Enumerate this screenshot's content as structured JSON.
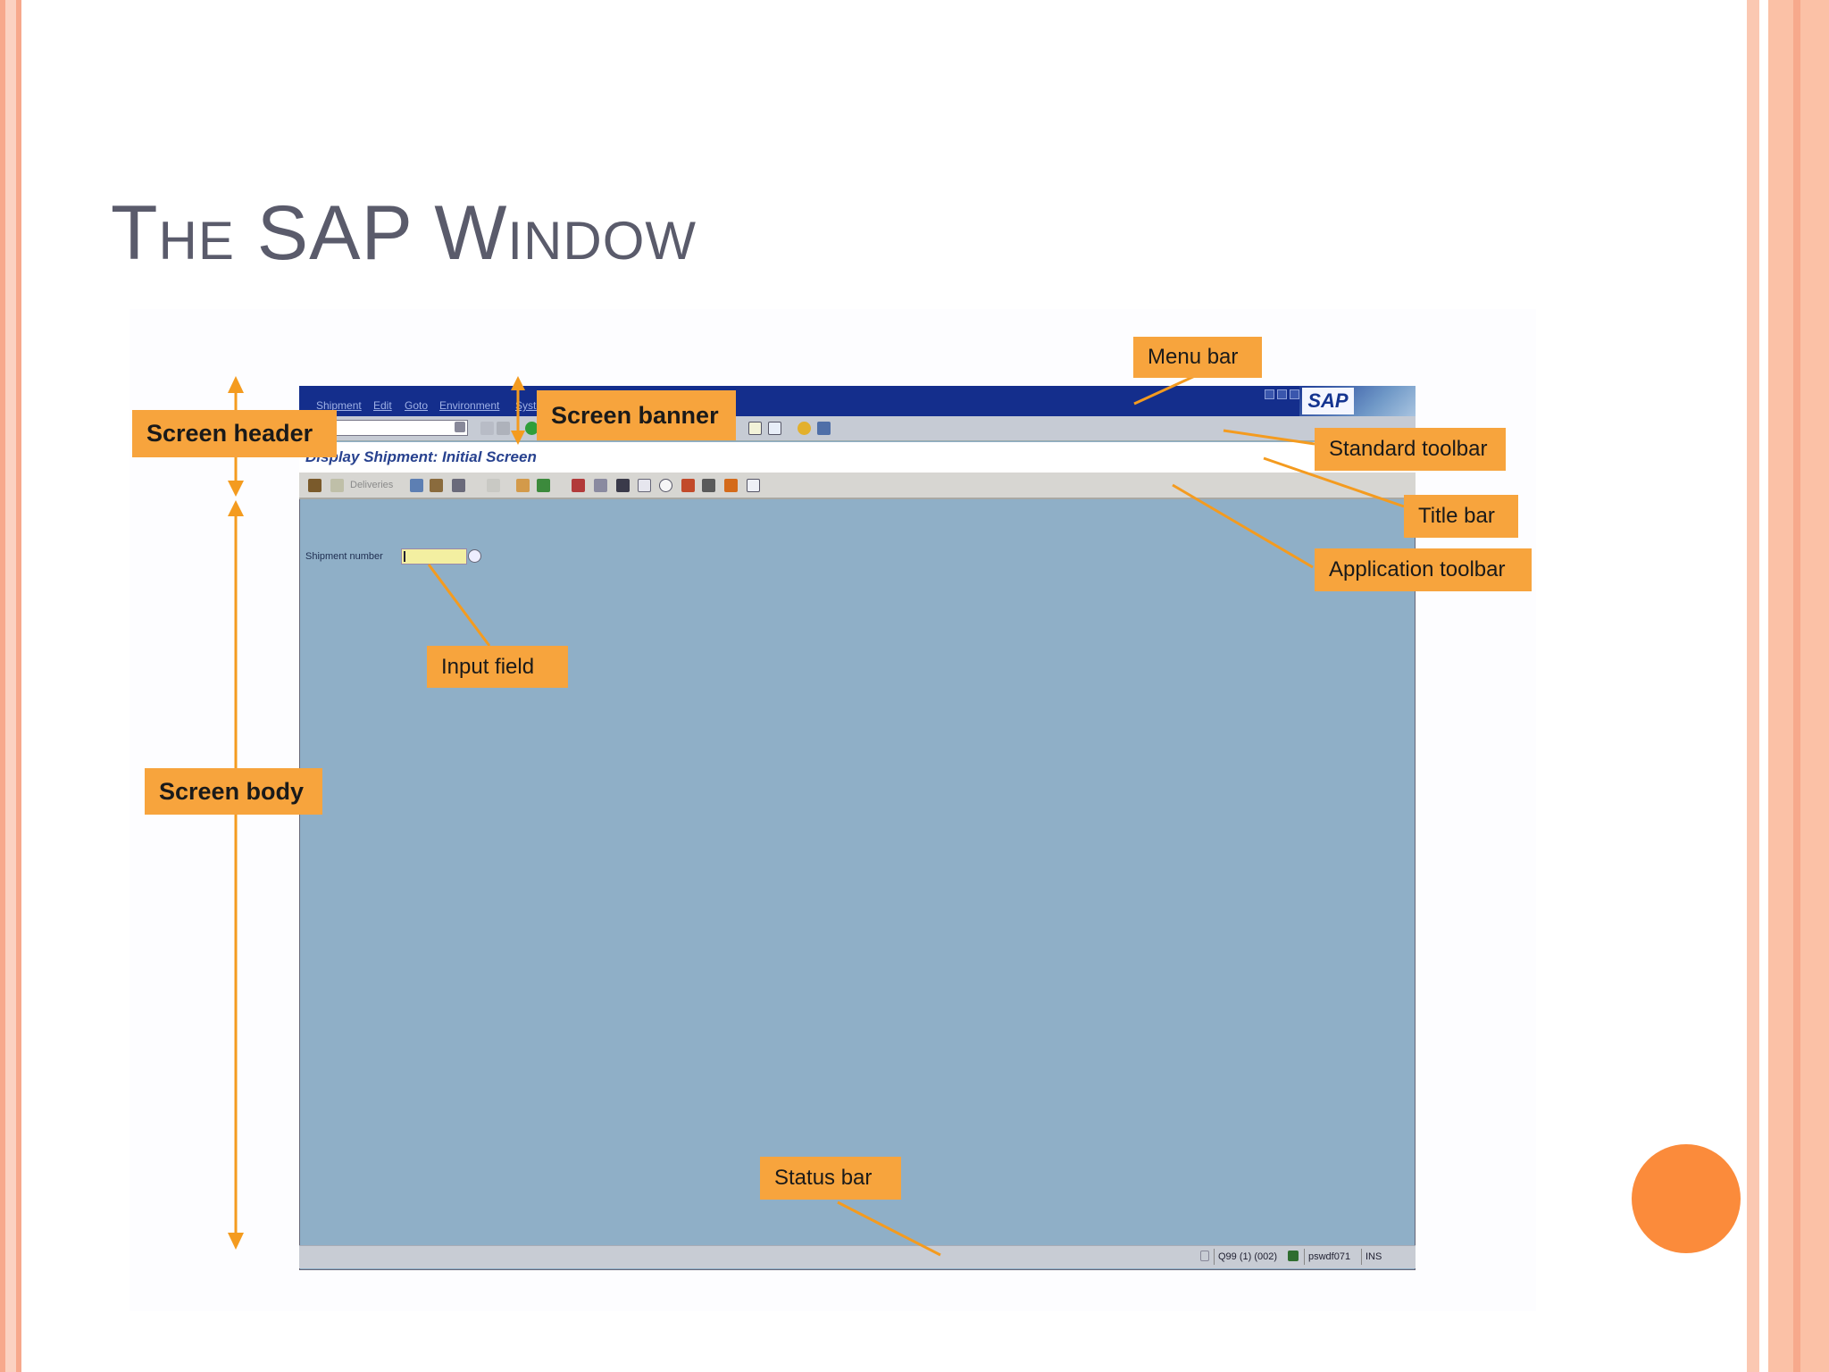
{
  "slide": {
    "title": "The SAP Window"
  },
  "sap_window": {
    "menu": [
      "Shipment",
      "Edit",
      "Goto",
      "Environment",
      "System"
    ],
    "logo_text": "SAP",
    "screen_title": "Display Shipment: Initial Screen",
    "app_toolbar": {
      "deliveries_label": "Deliveries"
    },
    "field": {
      "label": "Shipment number",
      "value": ""
    },
    "status": {
      "system": "Q99 (1) (002)",
      "server": "pswdf071",
      "mode": "INS"
    }
  },
  "callouts": {
    "menu_bar": "Menu bar",
    "screen_banner": "Screen banner",
    "screen_header": "Screen header",
    "standard_toolbar": "Standard toolbar",
    "title_bar": "Title bar",
    "application_toolbar": "Application toolbar",
    "input_field": "Input field",
    "screen_body": "Screen body",
    "status_bar": "Status bar"
  },
  "colors": {
    "callout_bg": "#f7a43d",
    "callout_line": "#f49b1f",
    "menu_bar_bg": "#142e8c",
    "screen_body_bg": "#8fafc7",
    "input_bg": "#f3efa1",
    "accent_dot": "#fb8b3b",
    "slide_border": "#f7a98c"
  }
}
